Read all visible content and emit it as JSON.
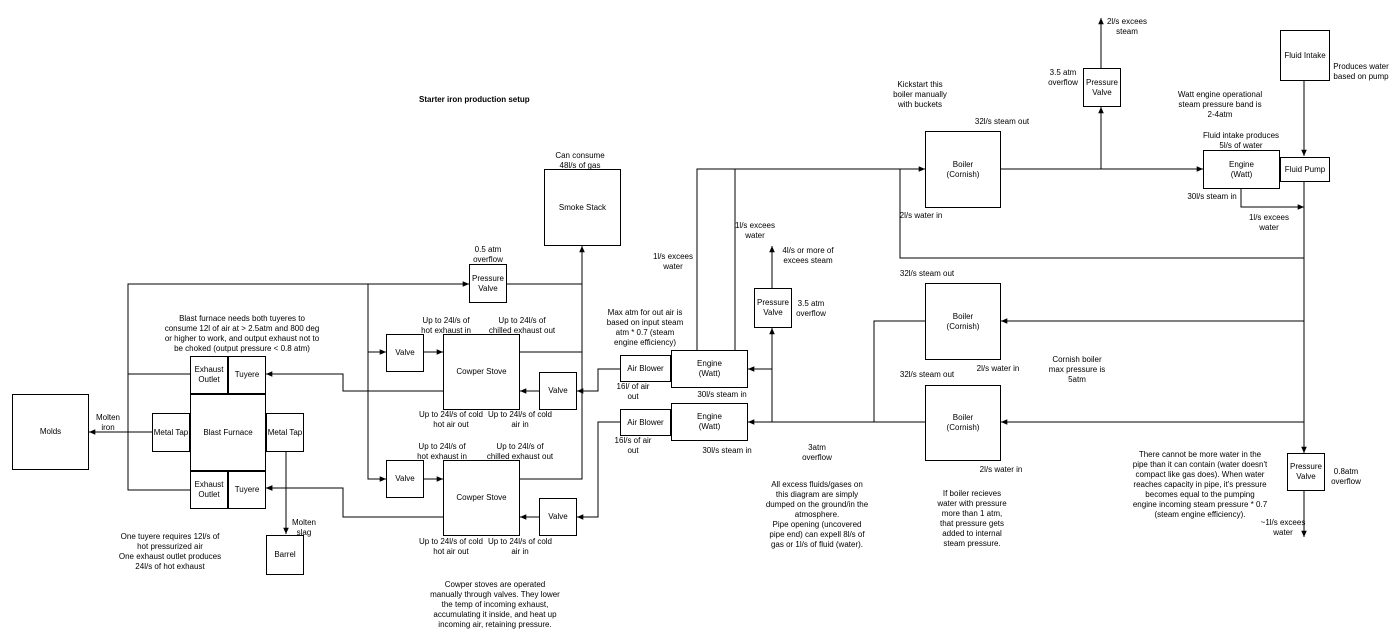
{
  "title": "Starter iron production setup",
  "nodes": {
    "molds": "Molds",
    "metal_tap_left": "Metal Tap",
    "blast_furnace": "Blast Furnace",
    "metal_tap_right": "Metal Tap",
    "exhaust_outlet_top": "Exhaust\nOutlet",
    "tuyere_top": "Tuyere",
    "exhaust_outlet_bottom": "Exhaust\nOutlet",
    "tuyere_bottom": "Tuyere",
    "barrel": "Barrel",
    "valve_top_in": "Valve",
    "cowper_top": "Cowper Stove",
    "valve_top_out": "Valve",
    "valve_bottom_in": "Valve",
    "cowper_bottom": "Cowper Stove",
    "valve_bottom_out": "Valve",
    "pressure_valve_smoke": "Pressure\nValve",
    "smoke_stack": "Smoke Stack",
    "air_blower_top": "Air Blower",
    "engine_top": "Engine\n(Watt)",
    "air_blower_bottom": "Air Blower",
    "engine_bottom": "Engine\n(Watt)",
    "pressure_valve_engine": "Pressure\nValve",
    "boiler_top": "Boiler\n(Cornish)",
    "boiler_mid": "Boiler\n(Cornish)",
    "boiler_bottom": "Boiler\n(Cornish)",
    "pressure_valve_boiler": "Pressure\nValve",
    "fluid_intake": "Fluid Intake",
    "engine_pump": "Engine\n(Watt)",
    "fluid_pump": "Fluid Pump",
    "pressure_valve_water": "Pressure\nValve"
  },
  "labels": {
    "molten_iron": "Molten\niron",
    "molten_slag": "Molten\nslag",
    "blast_furnace_note": "Blast furnace needs both tuyeres to\nconsume 12l of air at > 2.5atm and 800 deg\nor higher  to work, and output exhaust not to\nbe choked (output pressure < 0.8 atm)",
    "tuyere_note": "One tuyere requires 12l/s of\nhot pressurized air\nOne exhaust outlet produces\n24l/s of hot exhaust",
    "hot_exhaust_top": "Up to 24l/s of\nhot exhaust in",
    "chilled_exhaust_top": "Up to 24l/s of\nchilled exhaust out",
    "cold_hot_air_top": "Up to 24l/s of cold\nhot air out",
    "cold_air_in_top": "Up to 24l/s of cold\nair in",
    "hot_exhaust_bottom": "Up to 24l/s of\nhot exhaust in",
    "chilled_exhaust_bottom": "Up to 24l/s of\nchilled exhaust out",
    "cold_hot_air_bottom": "Up to 24l/s of cold\nhot air out",
    "cold_air_in_bottom": "Up to 24l/s of cold\nair in",
    "cowper_note": "Cowper stoves are operated\nmanually through valves. They lower\nthe temp of incoming exhaust,\naccumulating it inside, and heat up\nincoming air, retaining pressure.",
    "smoke_overflow": "0.5 atm\noverflow",
    "smoke_consume": "Can consume\n48l/s of gas",
    "max_atm_note": "Max atm for out air is\nbased on input steam\natm * 0.7 (steam\nengine efficiency)",
    "air_out_top": "16l/ of air\nout",
    "air_out_bottom": "16l/s of air\nout",
    "steam_in_top": "30l/s steam in",
    "steam_in_bottom": "30l/s steam in",
    "excess_water_left": "1l/s excees\nwater",
    "excess_water_mid": "1l/s excees\nwater",
    "excess_steam_engine": "4l/s or more of\nexcees steam",
    "engine_valve_overflow": "3.5 atm\noverflow",
    "three_atm_overflow": "3atm\noverflow",
    "excess_fluids_note": "All excess fluids/gases on\nthis diagram are simply\ndumped on the ground/in the\natmosphere.\nPipe opening (uncovered\npipe end) can expell 8l/s of\ngas or 1l/s of fluid (water).",
    "kickstart": "Kickstart this\nboiler manually\nwith buckets",
    "steam_out_top": "32l/s steam out",
    "water_in_top": "2l/s water in",
    "steam_out_mid": "32l/s steam out",
    "water_in_mid": "2l/s water in",
    "steam_out_bottom": "32l/s steam out",
    "water_in_bottom": "2l/s water in",
    "cornish_max": "Cornish boiler\nmax pressure is\n5atm",
    "boiler_pressure_note": "If boiler recieves\nwater with pressure\nmore than 1 atm,\nthat pressure gets\nadded to internal\nsteam pressure.",
    "boiler_valve_overflow": "3.5 atm\noverflow",
    "excess_steam_boiler": "2l/s excees\nsteam",
    "watt_band": "Watt engine operational\nsteam pressure band is\n2-4atm",
    "fluid_intake_produces": "Fluid intake produces\n5l/s of water",
    "produces_water": "Produces water\nbased on pump",
    "steam_in_pump": "30l/s steam in",
    "excess_water_pump": "1l/s excees\nwater",
    "water_pipe_note": "There cannot be more water in the\npipe than it can contain (water doesn't\ncompact like gas does). When water\nreaches capacity in pipe, it's pressure\nbecomes equal to the pumping\nengine incoming steam pressure * 0.7\n(steam engine efficiency).",
    "water_overflow": "0.8atm\noverflow",
    "excess_water_final": "~1l/s excees\nwater"
  }
}
